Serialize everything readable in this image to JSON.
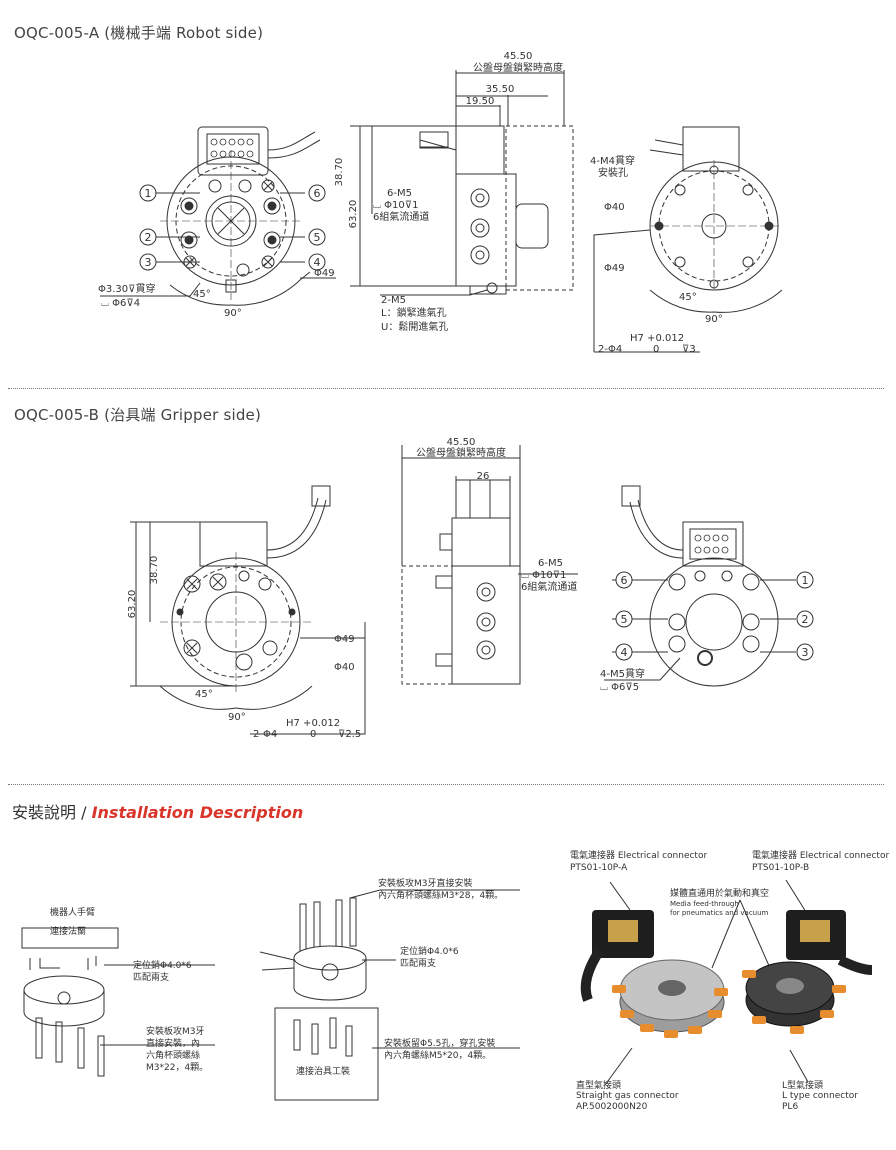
{
  "robot_side": {
    "title": "OQC-005-A (機械手端 Robot side)",
    "dims": {
      "d45_50": "45.50",
      "mate_label": "公盤母盤鎖緊時高度",
      "d35_50": "35.50",
      "d19_50": "19.50",
      "d38_70": "38.70",
      "d63_20": "63.20",
      "d49": "Φ49",
      "d40": "Φ40",
      "d45deg": "45°",
      "d90deg": "90°",
      "hole_a": "Φ3.30⊽貫穿",
      "hole_b": "⌴ Φ6⊽4",
      "port_m5": "6-M5",
      "port_depth": "⌴ Φ10⊽1",
      "port_desc": "6組氣流通道",
      "m5_2": "2-M5",
      "l_port": "L：鎖緊進氣孔",
      "u_port": "U：鬆開進氣孔",
      "m4": "4-M4貫穿",
      "m4_desc": "安裝孔",
      "pin_tol": "H7 +0.012",
      "pin_label": "2-Φ4",
      "pin_zero": "0",
      "pin_depth": "⊽3"
    },
    "callouts": [
      "1",
      "2",
      "3",
      "4",
      "5",
      "6"
    ]
  },
  "gripper_side": {
    "title": "OQC-005-B (治具端 Gripper side)",
    "dims": {
      "d45_50": "45.50",
      "mate_label": "公盤母盤鎖緊時高度",
      "d26": "26",
      "d38_70": "38.70",
      "d63_20": "63.20",
      "d49": "Φ49",
      "d40": "Φ40",
      "d45deg": "45°",
      "d90deg": "90°",
      "port_m5": "6-M5",
      "port_depth": "⌴ Φ10⊽1",
      "port_desc": "6組氣流通道",
      "m5": "4-M5貫穿",
      "m5_depth": "⌴ Φ6⊽5",
      "pin_tol": "H7 +0.012",
      "pin_label": "2-Φ4",
      "pin_zero": "0",
      "pin_depth": "⊽2.5"
    },
    "callouts": [
      "1",
      "2",
      "3",
      "4",
      "5",
      "6"
    ]
  },
  "installation": {
    "title_cn": "安裝說明 / ",
    "title_en": "Installation Description",
    "left": {
      "robot_arm": "機器人手臂",
      "flange": "連接法蘭",
      "pin": "定位銷Φ4.0*6",
      "pin2": "匹配兩支",
      "screw1": "安裝板攻M3牙",
      "screw2": "直接安裝，內",
      "screw3": "六角杯頭螺絲",
      "screw4": "M3*22，4顆。"
    },
    "middle": {
      "top1": "安裝板攻M3牙直接安裝",
      "top2": "內六角杯頭螺絲M3*28，4顆。",
      "pin": "定位銷Φ4.0*6",
      "pin2": "匹配兩支",
      "bot1": "安裝板留Φ5.5孔，穿孔安裝",
      "bot2": "內六角螺絲M5*20，4顆。",
      "fixture": "連接治具工裝"
    },
    "right": {
      "elec_a": "電氣連接器 Electrical connector",
      "elec_a_pn": "PTS01-10P-A",
      "elec_b": "電氣連接器 Electrical connector",
      "elec_b_pn": "PTS01-10P-B",
      "media1": "媒體直通用於氣動和真空",
      "media2": "Media feed-through",
      "media3": "for pneumatics and vacuum",
      "straight1": "直型氣接頭",
      "straight2": "Straight gas connector",
      "straight3": "AP.5002000N20",
      "ltype1": "L型氣接頭",
      "ltype2": "L type connector",
      "ltype3": "PL6"
    }
  },
  "colors": {
    "line": "#333333",
    "accent": "#d9352b",
    "metal": "#9a9a9a",
    "dark": "#2a2a2a"
  }
}
